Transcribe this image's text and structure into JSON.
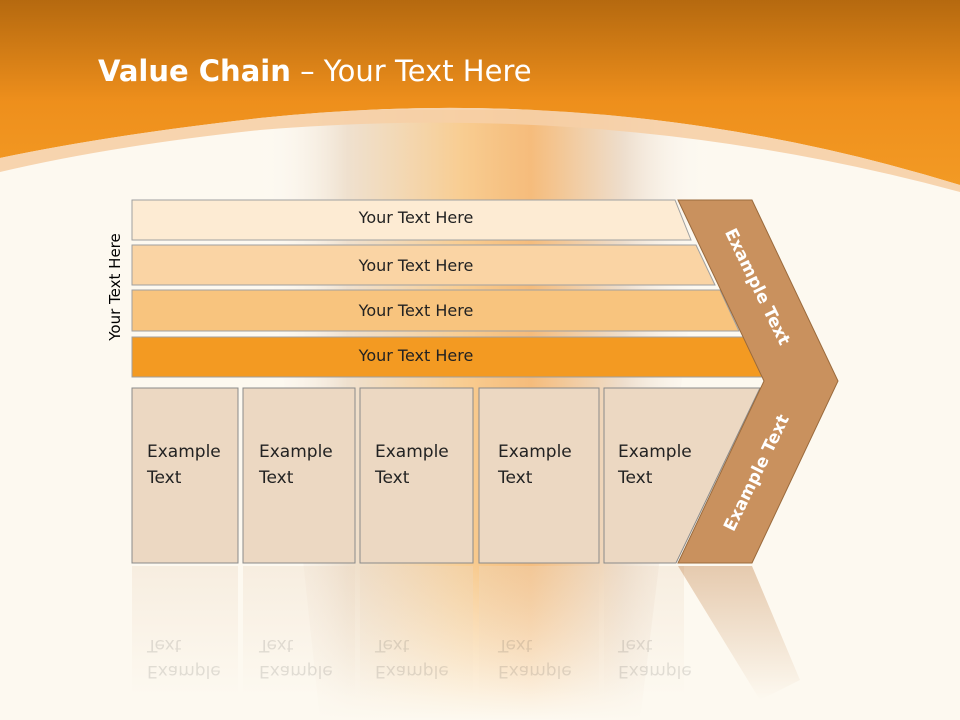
{
  "slide": {
    "title_bold": "Value Chain",
    "title_rest": " – Your Text Here",
    "side_label": "Your Text Here"
  },
  "bands": [
    {
      "label": "Your Text Here",
      "color": "#fdebd3"
    },
    {
      "label": "Your Text Here",
      "color": "#fad4a4"
    },
    {
      "label": "Your Text Here",
      "color": "#f8c47e"
    },
    {
      "label": "Your Text Here",
      "color": "#f39a22"
    }
  ],
  "cards": [
    {
      "line1": "Example",
      "line2": "Text"
    },
    {
      "line1": "Example",
      "line2": "Text"
    },
    {
      "line1": "Example",
      "line2": "Text"
    },
    {
      "line1": "Example",
      "line2": "Text"
    },
    {
      "line1": "Example",
      "line2": "Text"
    }
  ],
  "chevron": {
    "top_label": "Example Text",
    "bottom_label": "Example Text",
    "color": "#c9915e"
  },
  "colors": {
    "header_orange": "#f0921a",
    "card_fill": "#ecd8c2",
    "card_border": "#8a8a8a"
  }
}
